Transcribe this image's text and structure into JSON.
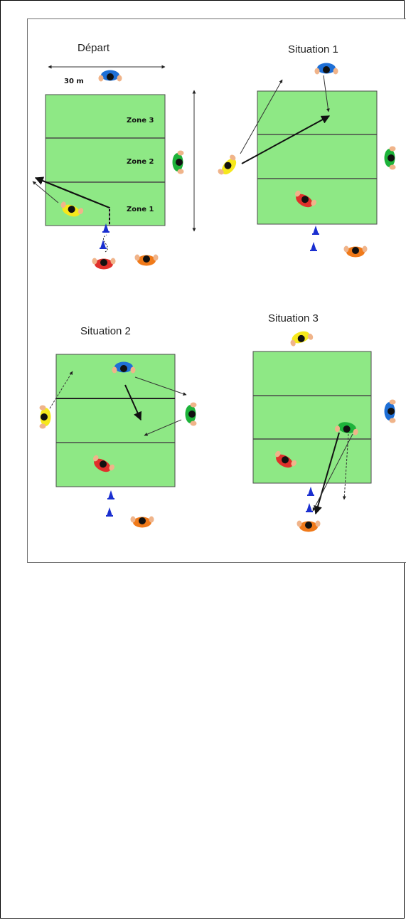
{
  "panels": {
    "depart": {
      "title": "Départ",
      "distance_label": "30 m",
      "zones": [
        "Zone 3",
        "Zone 2",
        "Zone 1"
      ]
    },
    "situation1": {
      "title": "Situation 1"
    },
    "situation2": {
      "title": "Situation 2"
    },
    "situation3": {
      "title": "Situation 3"
    }
  },
  "colors": {
    "field": "#8ee885",
    "field_border": "#4a4a4a",
    "player_blue": "#1e6fd6",
    "player_green": "#1db33a",
    "player_yellow": "#f6e81c",
    "player_red": "#e0302b",
    "player_orange": "#f07a1a",
    "skin": "#f0b48a",
    "cone": "#1a2fd0"
  }
}
